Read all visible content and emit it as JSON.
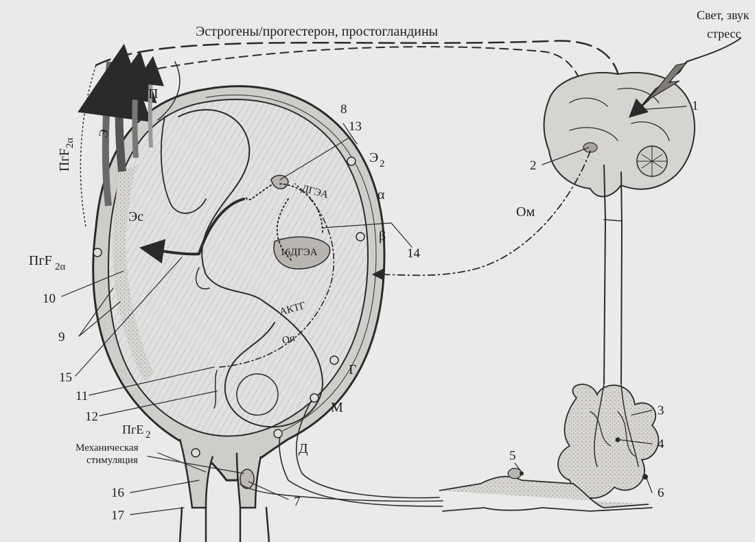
{
  "colors": {
    "paper": "#e9eaea",
    "ink": "#2a2a2a",
    "wall": "#cfcdca",
    "fluid": "#dcdcdc"
  },
  "top_label": "Эстрогены/прогестерон,   простогландины",
  "trigger_label": {
    "line1": "Свет,  звук",
    "line2": "стресс"
  },
  "labels": {
    "P": "П",
    "E": "Э",
    "PgF": "ПгF",
    "PgF_sub": "2α",
    "Es": "Эс",
    "E2": "Э",
    "E2_sub": "2",
    "alpha": "α",
    "beta": "β",
    "Om": "Ом",
    "DGEA": "ДГЭА",
    "DGEA16": "16ДГЭА",
    "ACTH": "АКТГ",
    "Op": "Оп",
    "G": "Г",
    "M": "М",
    "D": "Д",
    "PgE": "ПгE",
    "PgE_sub": "2",
    "mech_line1": "Механическая",
    "mech_line2": "стимуляция"
  },
  "numbers": [
    "1",
    "2",
    "3",
    "4",
    "5",
    "6",
    "7",
    "8",
    "9",
    "10",
    "11",
    "12",
    "13",
    "14",
    "15",
    "16",
    "17"
  ],
  "icons": [
    "brain-icon",
    "spinal-cord-icon",
    "uterus-icon",
    "fetus-icon",
    "lightning-stimulus-icon"
  ]
}
